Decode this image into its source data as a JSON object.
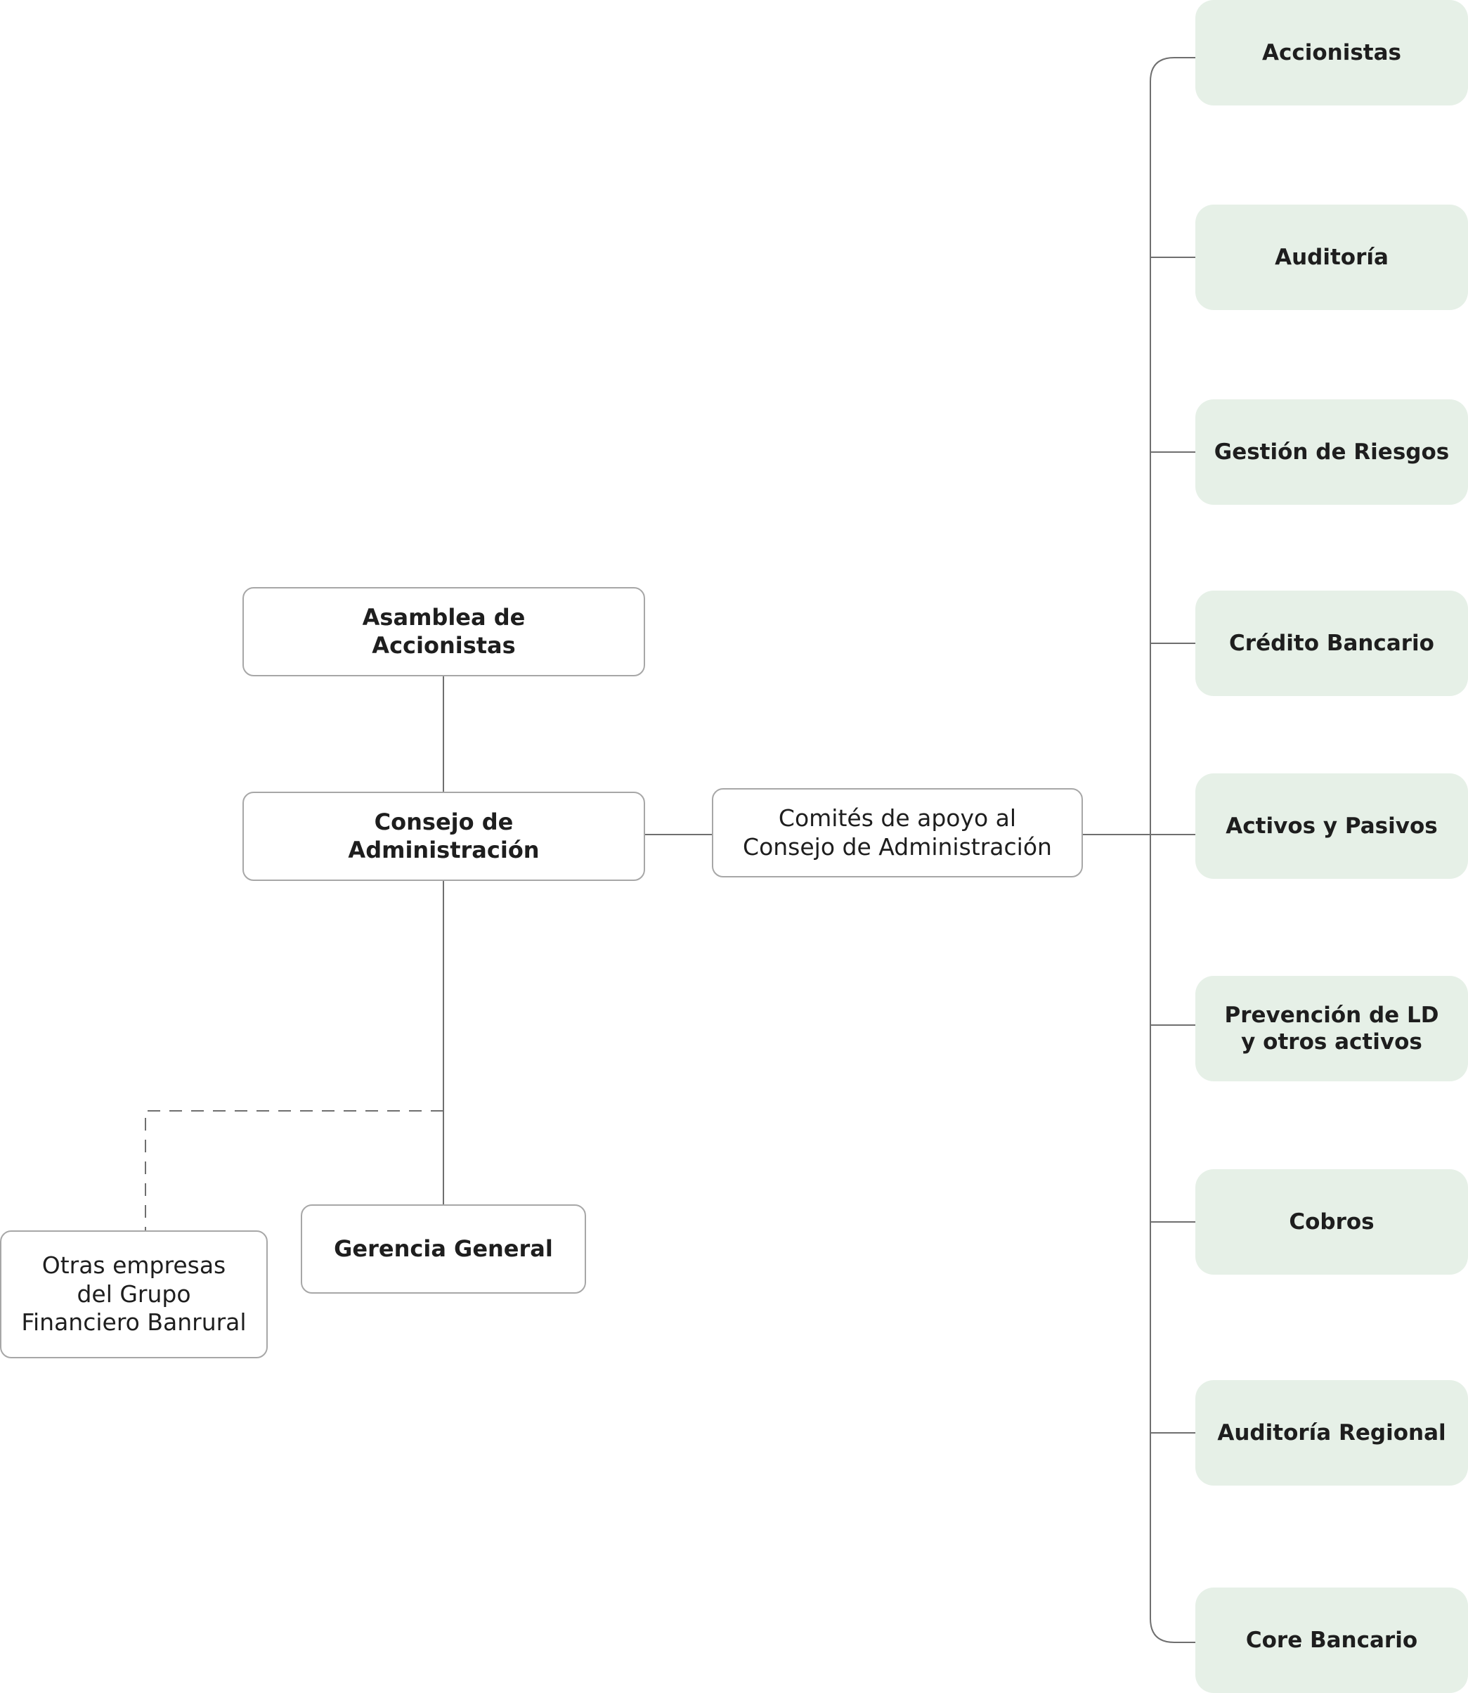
{
  "org_chart": {
    "asamblea": "Asamblea de\nAccionistas",
    "consejo": "Consejo de\nAdministración",
    "comites": "Comités de apoyo al\nConsejo de Administración",
    "gerencia": "Gerencia General",
    "otras_empresas": "Otras empresas\ndel Grupo\nFinanciero Banrural"
  },
  "committees": [
    "Accionistas",
    "Auditoría",
    "Gestión de Riesgos",
    "Crédito Bancario",
    "Activos y Pasivos",
    "Prevención de LD\ny otros activos",
    "Cobros",
    "Auditoría Regional",
    "Core Bancario"
  ],
  "colors": {
    "committee_fill": "#e6f0e7",
    "box_border": "#a7a7a7",
    "line": "#6f6f6f"
  }
}
